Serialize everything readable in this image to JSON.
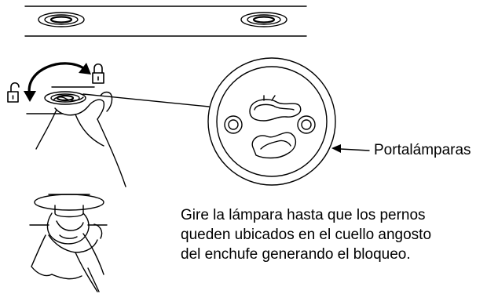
{
  "callout": {
    "label": "Portalámparas"
  },
  "instruction": {
    "lines": [
      "Gire la lámpara hasta que los pernos",
      "queden ubicados en el cuello angosto",
      "del enchufe generando el bloqueo."
    ]
  },
  "icons": [
    "unlocked-padlock-icon",
    "locked-padlock-icon",
    "rotate-arrow-icon"
  ],
  "colors": {
    "ink": "#000000",
    "paper": "#ffffff"
  }
}
